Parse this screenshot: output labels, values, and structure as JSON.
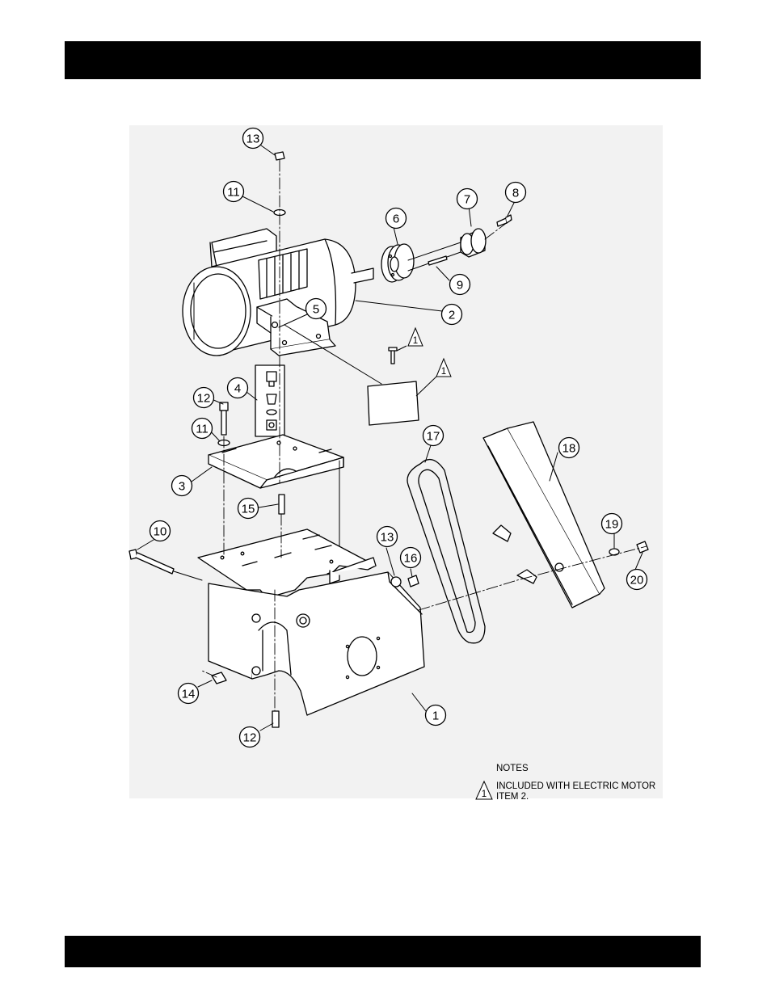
{
  "header": {
    "title": ""
  },
  "footer": {
    "text": ""
  },
  "diagram": {
    "callouts": [
      "1",
      "2",
      "3",
      "4",
      "5",
      "6",
      "7",
      "8",
      "9",
      "10",
      "11",
      "11",
      "12",
      "12",
      "13",
      "13",
      "14",
      "15",
      "16",
      "17",
      "18",
      "19",
      "20"
    ],
    "note_marker": "1",
    "notes_title": "NOTES",
    "note_line1": "INCLUDED WITH ELECTRIC MOTOR",
    "note_line2": "ITEM 2."
  }
}
